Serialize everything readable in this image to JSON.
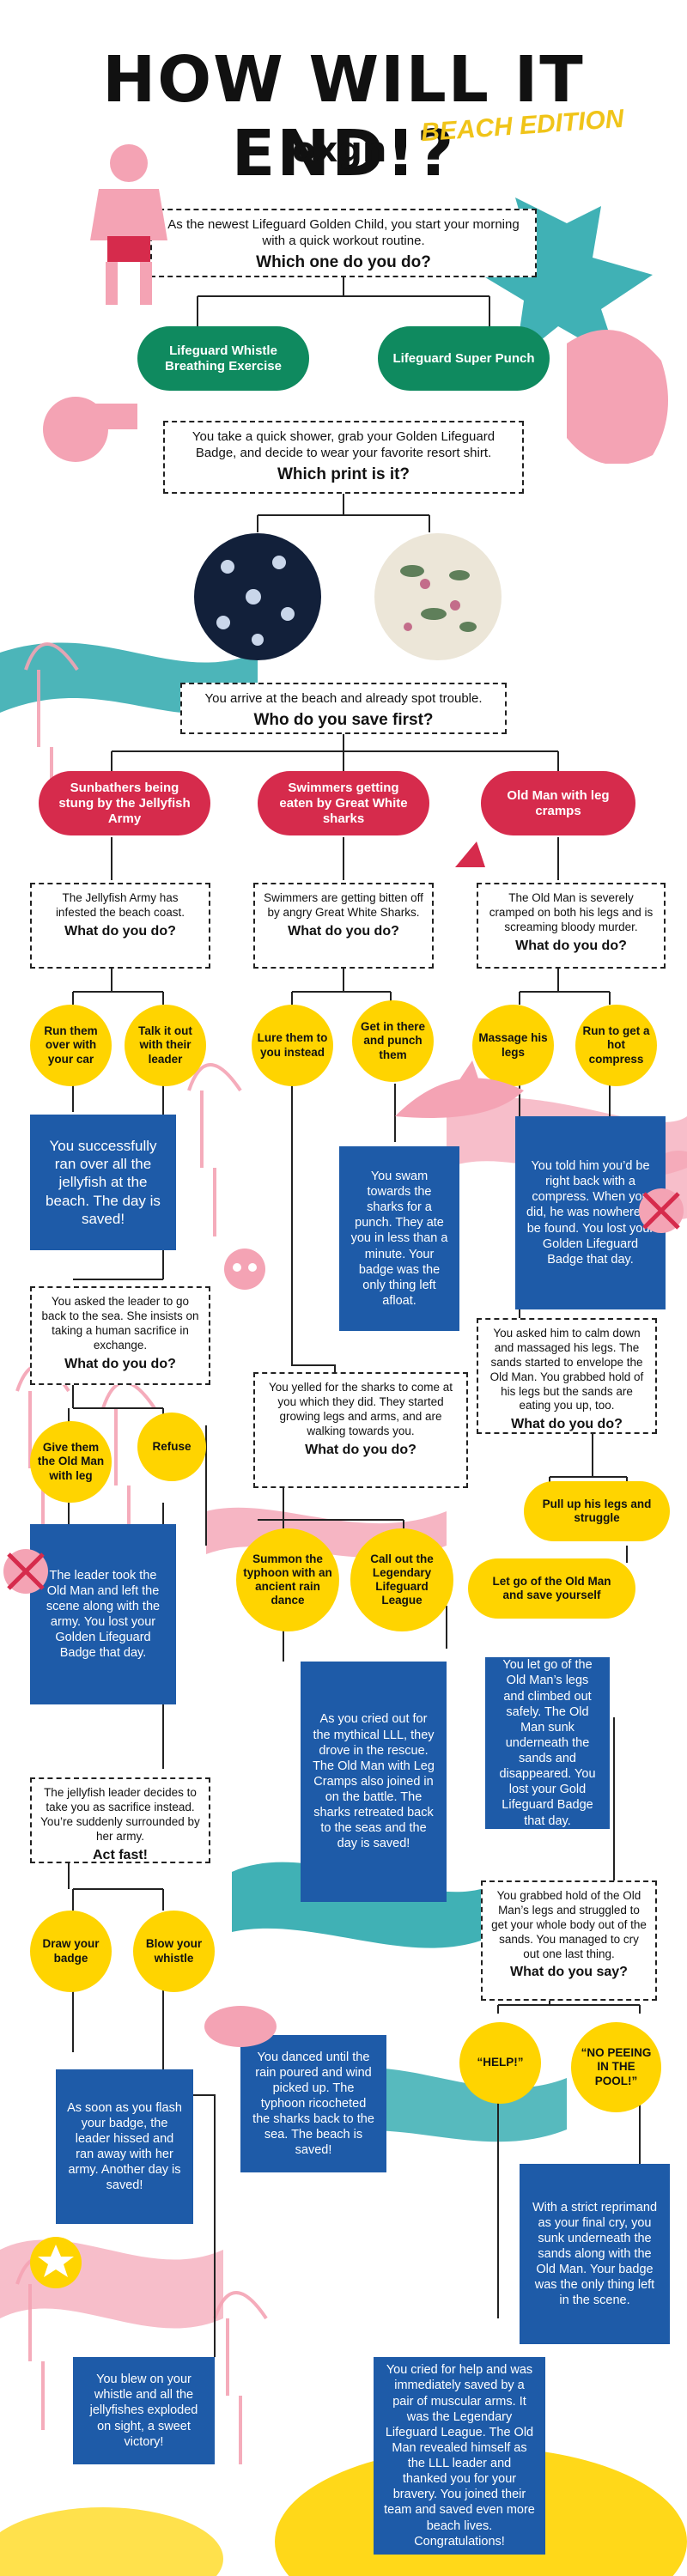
{
  "header": {
    "title": "HOW WILL IT END!?",
    "subtitle": "BEACH EDITION",
    "logo": "oxgn"
  },
  "colors": {
    "green": "#0f8a5f",
    "red": "#d62b4c",
    "yellow": "#ffd400",
    "blue": "#1e5ba8",
    "pink": "#f4a3b4",
    "teal": "#1fa3a8"
  },
  "q1": {
    "text": "As the newest Lifeguard Golden Child, you start your morning with a quick workout routine.",
    "prompt": "Which one do you do?"
  },
  "opt1": {
    "a": "Lifeguard Whistle Breathing Exercise",
    "b": "Lifeguard Super Punch"
  },
  "q2": {
    "text": "You take a quick shower, grab your Golden Lifeguard Badge, and decide to wear your favorite resort shirt.",
    "prompt": "Which print is it?"
  },
  "q3": {
    "text": "You arrive at the beach and already spot trouble.",
    "prompt": "Who do you save first?"
  },
  "opt3": {
    "a": "Sunbathers being stung by the Jellyfish Army",
    "b": "Swimmers getting eaten by Great White sharks",
    "c": "Old Man with leg cramps"
  },
  "jelly": {
    "q": "The Jellyfish Army has infested the beach coast.",
    "prompt": "What do you do?",
    "o1": "Run them over with your car",
    "o2": "Talk it out with their leader",
    "r1": "You successfully ran over all the jellyfish at the beach. The day is saved!",
    "q2": "You asked the leader to go back to the sea. She insists on taking a human sacrifice in exchange.",
    "prompt2": "What do you do?",
    "o3": "Give them the Old Man with leg",
    "o4": "Refuse",
    "r2": "The leader took the Old Man and left the scene along with the army. You lost your Golden Lifeguard Badge that day.",
    "q3": "The jellyfish leader decides to take you as sacrifice instead. You’re suddenly surrounded by her army.",
    "prompt3": "Act fast!",
    "o5": "Draw your badge",
    "o6": "Blow your whistle",
    "r3": "As soon as you flash your badge, the leader hissed and ran away with her army. Another day is saved!",
    "r4": "You blew on your whistle and all the jellyfishes exploded on sight, a sweet victory!"
  },
  "shark": {
    "q": "Swimmers are getting bitten off by angry Great White Sharks.",
    "prompt": "What do you do?",
    "o1": "Lure them to you instead",
    "o2": "Get in there and punch them",
    "r1": "You swam towards the sharks for a punch. They ate you in less than a minute. Your badge was the only thing left afloat.",
    "q2": "You yelled for the sharks to come at you which they did. They started growing legs and arms, and are walking towards you.",
    "prompt2": "What do you do?",
    "o3": "Summon the typhoon with an ancient rain dance",
    "o4": "Call out the Legendary Lifeguard League",
    "r2": "As you cried out for the mythical LLL, they drove in the rescue. The Old Man with Leg Cramps also joined in on the battle. The sharks retreated back to the seas and the day is saved!",
    "r3": "You danced until the rain poured and wind picked up. The typhoon ricocheted the sharks back to the sea. The beach is saved!"
  },
  "oldman": {
    "q": "The Old Man is severely cramped on both his legs and is screaming bloody murder.",
    "prompt": "What do you do?",
    "o1": "Massage his legs",
    "o2": "Run to get a hot compress",
    "r1": "You told him you’d be right back with a compress. When you did, he was nowhere to be found. You lost your Golden Lifeguard Badge that day.",
    "q2": "You asked him to calm down and massaged his legs. The sands started to envelope the Old Man. You grabbed hold of his legs but the sands are eating you up, too.",
    "prompt2": "What do you do?",
    "o3": "Pull up his legs and struggle",
    "o4": "Let go of the Old Man and save yourself",
    "r2": "You let go of the Old Man’s legs and climbed out safely. The Old Man sunk underneath the sands and disappeared. You lost your Gold Lifeguard Badge that day.",
    "q3": "You grabbed hold of the Old Man’s legs and struggled to get your whole body out of the sands. You managed to cry out one last thing.",
    "prompt3": "What do you say?",
    "o5": "“HELP!”",
    "o6": "“NO PEEING IN THE POOL!”",
    "r3": "With a strict reprimand as your final cry, you sunk underneath the sands along with the Old Man. Your badge was the only thing left in the scene.",
    "r4": "You cried for help and was immediately saved by a pair of muscular arms. It was the Legendary Lifeguard League. The Old Man revealed himself as the LLL leader and thanked you for your bravery. You joined their team and saved even more beach lives. Congratulations!"
  }
}
